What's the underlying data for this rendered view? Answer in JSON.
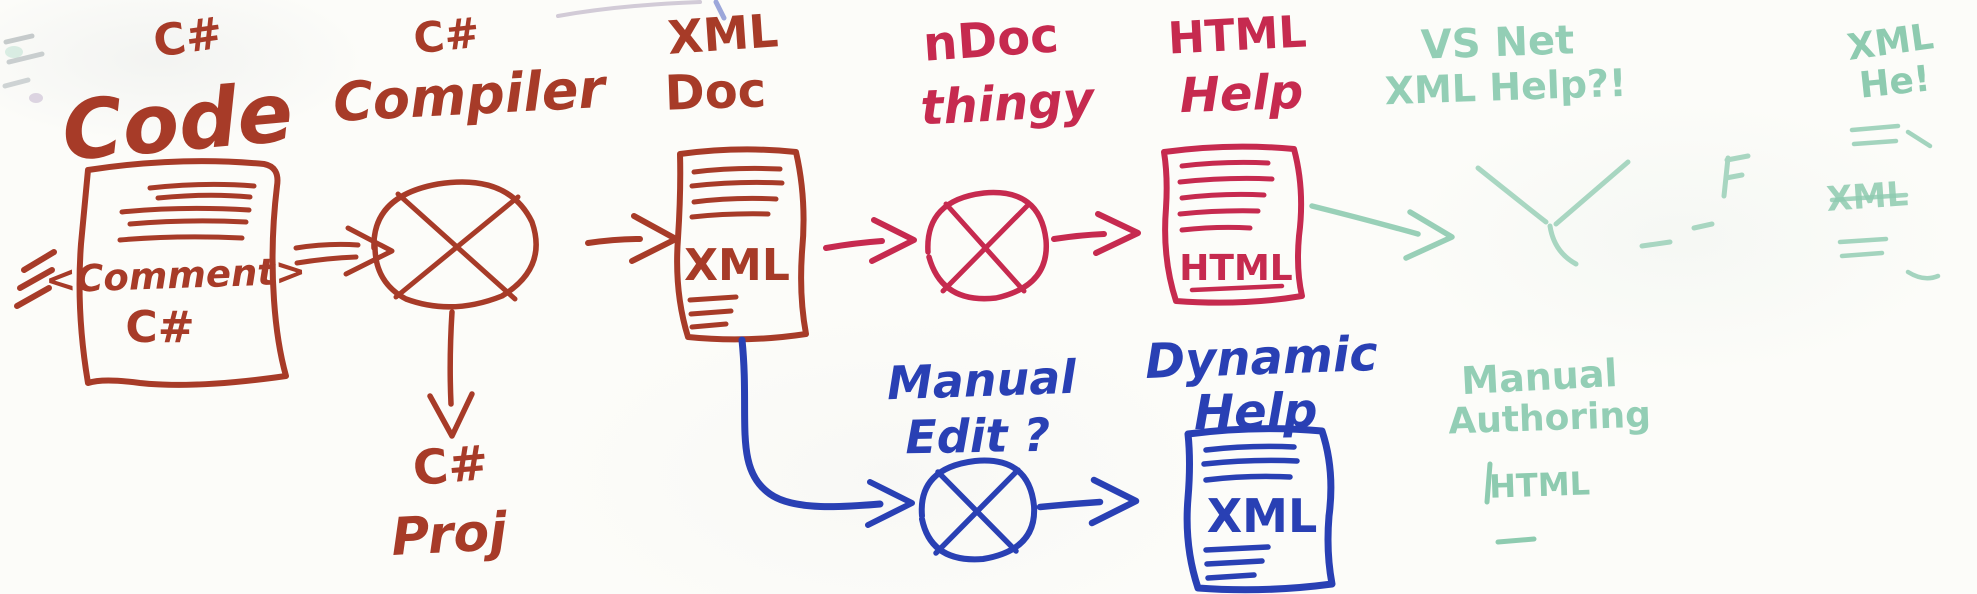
{
  "diagram": {
    "type": "whiteboard-flowchart",
    "description": "Hand-drawn documentation pipeline sketch on a whiteboard",
    "colors": {
      "marker_dark_red": "#a73b28",
      "marker_crimson": "#c62a4f",
      "marker_blue": "#2940b4",
      "marker_faded_green": "#8ecbb0",
      "board_background": "#fcfcf9"
    },
    "nodes": {
      "csharp_code": {
        "title_line1": "C#",
        "title_line2": "Code",
        "content_tag": "<Comment>",
        "content_lang": "C#"
      },
      "csharp_compiler": {
        "title_line1": "C#",
        "title_line2": "Compiler"
      },
      "csharp_proj": {
        "title_line1": "C#",
        "title_line2": "Proj"
      },
      "xml_doc": {
        "title_line1": "XML",
        "title_line2": "Doc",
        "content_label": "XML"
      },
      "ndoc_thingy": {
        "title_line1": "nDoc",
        "title_line2": "thingy"
      },
      "html_help": {
        "title_line1": "HTML",
        "title_line2": "Help",
        "content_label": "HTML"
      },
      "manual_edit": {
        "title_line1": "Manual",
        "title_line2": "Edit ?"
      },
      "dynamic_help": {
        "title_line1": "Dynamic",
        "title_line2": "Help",
        "content_label": "XML"
      },
      "vs_net_xml_help": {
        "title_line1": "VS Net",
        "title_line2": "XML Help?!"
      },
      "manual_authoring": {
        "title_line1": "Manual",
        "title_line2": "Authoring",
        "sub_label": "HTML"
      },
      "xml_ghost": {
        "title_line1": "XML",
        "title_line2": "He!",
        "ghost_label": "XML"
      }
    }
  }
}
